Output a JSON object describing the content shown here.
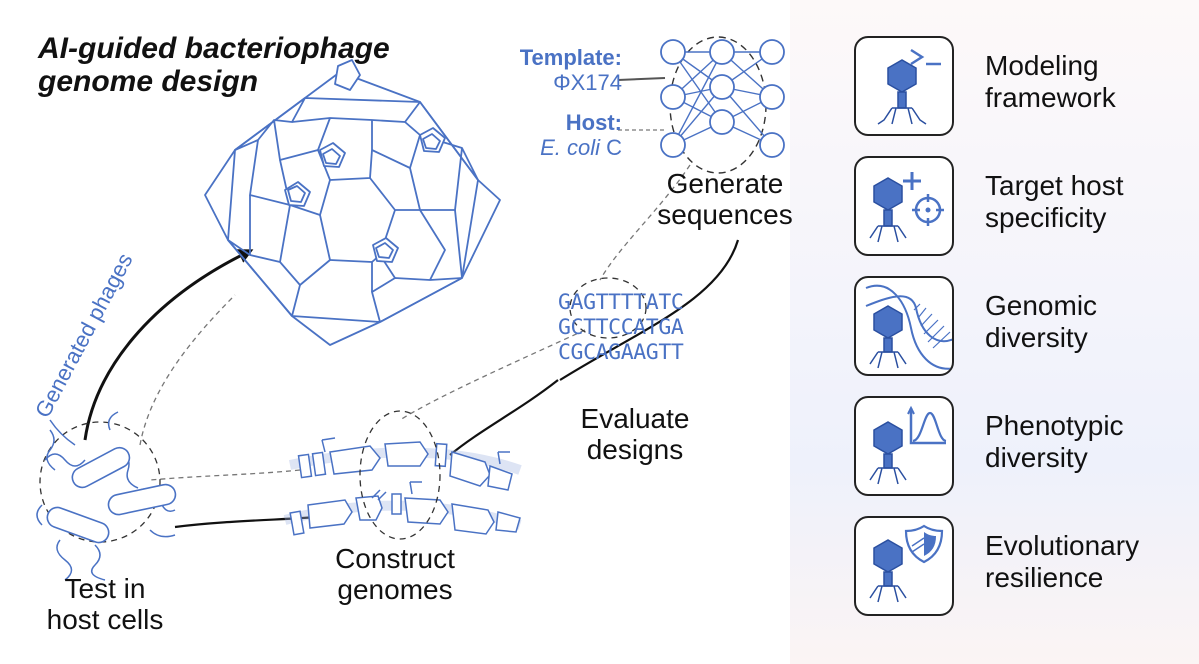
{
  "title": {
    "line1": "AI-guided bacteriophage",
    "line2": "genome design"
  },
  "inputs": {
    "template_label": "Template:",
    "template_value": "ΦX174",
    "host_label": "Host:",
    "host_value_italic": "E. coli",
    "host_value_rest": " C"
  },
  "steps": {
    "generate": {
      "line1": "Generate",
      "line2": "sequences"
    },
    "evaluate": {
      "line1": "Evaluate",
      "line2": "designs"
    },
    "construct": {
      "line1": "Construct",
      "line2": "genomes"
    },
    "test": {
      "line1": "Test in",
      "line2": "host cells"
    }
  },
  "dna_sequences": [
    "GAGTTTTATC",
    "GCTTCCATGA",
    "CGCAGAAGTT"
  ],
  "arrow_label": "Generated phages",
  "features": [
    {
      "icon": "modeling-terminal-icon",
      "line1": "Modeling",
      "line2": "framework"
    },
    {
      "icon": "target-host-icon",
      "line1": "Target host",
      "line2": "specificity"
    },
    {
      "icon": "dna-helix-icon",
      "line1": "Genomic",
      "line2": "diversity"
    },
    {
      "icon": "growth-curve-icon",
      "line1": "Phenotypic",
      "line2": "diversity"
    },
    {
      "icon": "shield-icon",
      "line1": "Evolutionary",
      "line2": "resilience"
    }
  ],
  "colors": {
    "accent": "#4a72c4",
    "text": "#111111",
    "dashed": "#777777"
  }
}
